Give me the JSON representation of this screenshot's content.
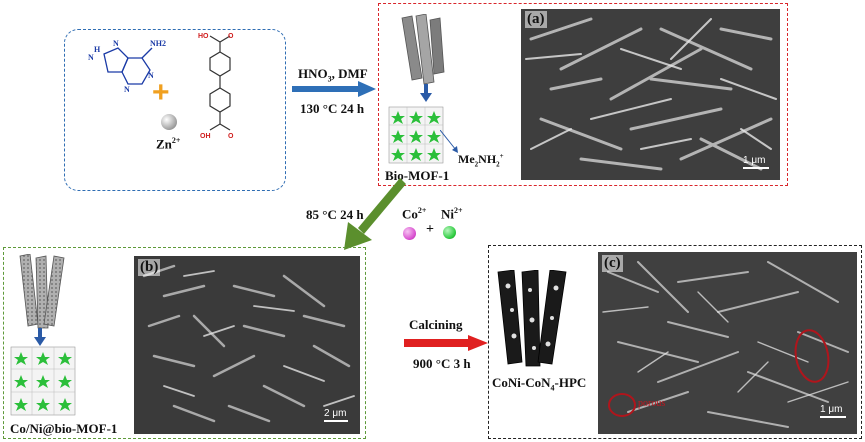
{
  "reactants": {
    "zn_label": "Zn",
    "zn_charge": "2+",
    "plus": "+",
    "adenine_nh2": "NH2",
    "adenine_n1": "N",
    "adenine_n2": "N",
    "adenine_n3": "N",
    "adenine_n4": "N",
    "adenine_h": "H",
    "bpdc_top_o": "O",
    "bpdc_top_ho": "HO",
    "bpdc_bot_o": "O",
    "bpdc_bot_oh": "OH"
  },
  "step1": {
    "reagents_a": "HNO",
    "reagents_sub": "3",
    "reagents_b": ", DMF",
    "condition": "130 °C 24 h"
  },
  "bio_mof": {
    "name": "Bio-MOF-1",
    "cation_a": "Me",
    "cation_sub1": "2",
    "cation_b": "NH",
    "cation_sub2": "2",
    "cation_sup": "+"
  },
  "panel_a": {
    "tag": "(a)",
    "scale": "1 μm"
  },
  "step2": {
    "condition": "85 °C 24 h",
    "co": "Co",
    "co_charge": "2+",
    "plus": "+",
    "ni": "Ni",
    "ni_charge": "2+"
  },
  "panel_b": {
    "name": "Co/Ni@bio-MOF-1",
    "tag": "(b)",
    "scale": "2 μm"
  },
  "step3": {
    "label": "Calcining",
    "condition": "900 °C 3 h"
  },
  "panel_c": {
    "name_a": "CoNi-CoN",
    "name_sub": "4",
    "name_b": "-HPC",
    "tag": "(c)",
    "scale": "1 μm",
    "annotation": "porous"
  },
  "colors": {
    "blue_box": "#2f6db3",
    "red_box": "#d9262b",
    "green_box": "#5f9a3a",
    "black_box": "#222222",
    "blue_arrow": "#2e6fb7",
    "green_arrow": "#5b8f2d",
    "red_arrow": "#e02020",
    "co_ion": "#d94fd0",
    "ni_ion": "#2ecc40",
    "plus_orange": "#f0a020"
  }
}
